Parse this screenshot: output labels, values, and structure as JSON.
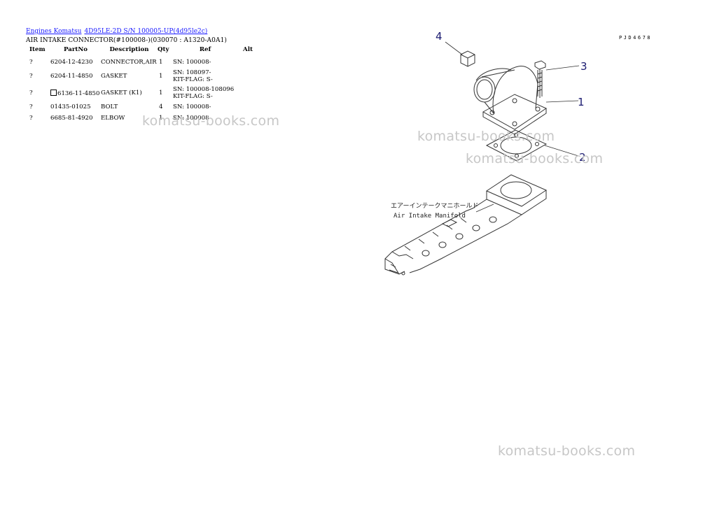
{
  "breadcrumb": {
    "link1": "Engines Komatsu",
    "link2": "4D95LE-2D S/N 100005-UP(4d95le2c)"
  },
  "page_title": "AIR INTAKE CONNECTOR(#100008-)(030070 : A1320-A0A1)",
  "table": {
    "headers": [
      "Item",
      "PartNo",
      "Description",
      "Qty",
      "Ref",
      "Alt"
    ],
    "rows": [
      {
        "item": "?",
        "part": "6204-12-4230",
        "desc": "CONNECTOR,AIR",
        "qty": "1",
        "ref1": "SN: 100008-",
        "ref2": ""
      },
      {
        "item": "?",
        "part": "6204-11-4850",
        "desc": "GASKET",
        "qty": "1",
        "ref1": "SN: 108097-",
        "ref2": "KIT-FLAG: S-"
      },
      {
        "item": "?",
        "part": "6136-11-4850",
        "desc": "GASKET (K1)",
        "qty": "1",
        "ref1": "SN: 100008-108096",
        "ref2": "KIT-FLAG: S-"
      },
      {
        "item": "?",
        "part": "01435-01025",
        "desc": "BOLT",
        "qty": "4",
        "ref1": "SN: 100008-",
        "ref2": ""
      },
      {
        "item": "?",
        "part": "6685-81-4920",
        "desc": "ELBOW",
        "qty": "1",
        "ref1": "SN: 100008-",
        "ref2": ""
      }
    ]
  },
  "diagram": {
    "code": "PJD4678",
    "callouts": [
      "4",
      "3",
      "1",
      "2"
    ],
    "label_jp": "エアーインテークマニホールド",
    "label_en": "Air Intake Manifold"
  },
  "watermark": "komatsu-books.com"
}
